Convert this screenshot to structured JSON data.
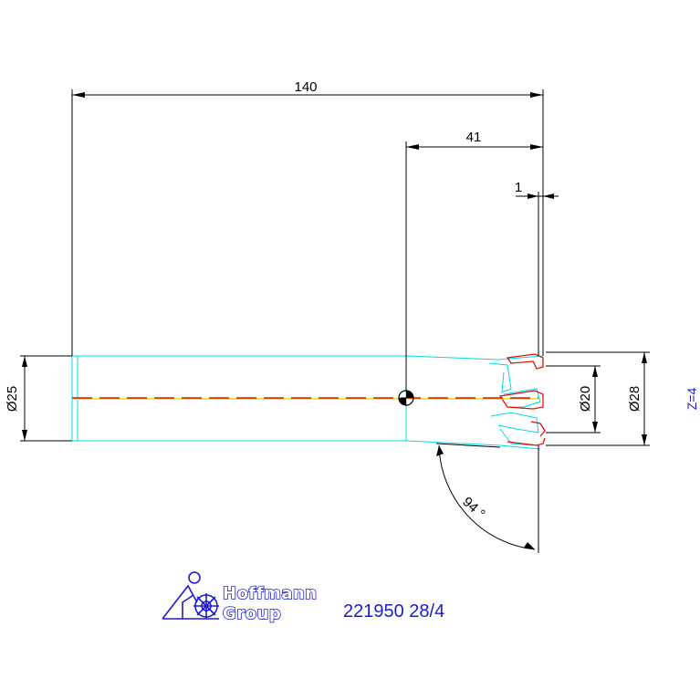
{
  "dimensions": {
    "overall_length": "140",
    "reference_length": "41",
    "step_length": "1",
    "shank_diameter": "Ø25",
    "inner_diameter": "Ø20",
    "outer_diameter": "Ø28",
    "point_angle": "94 °"
  },
  "teeth_count": "Z=4",
  "logo": {
    "line1": "Hoffmann",
    "line2": "Group"
  },
  "part_number": "221950 28/4",
  "colors": {
    "dimension": "#000000",
    "outline": "#00d8e8",
    "cutting_edge": "#e01010",
    "centerline": "#e8e000",
    "brand_blue": "#1c1cd0"
  }
}
